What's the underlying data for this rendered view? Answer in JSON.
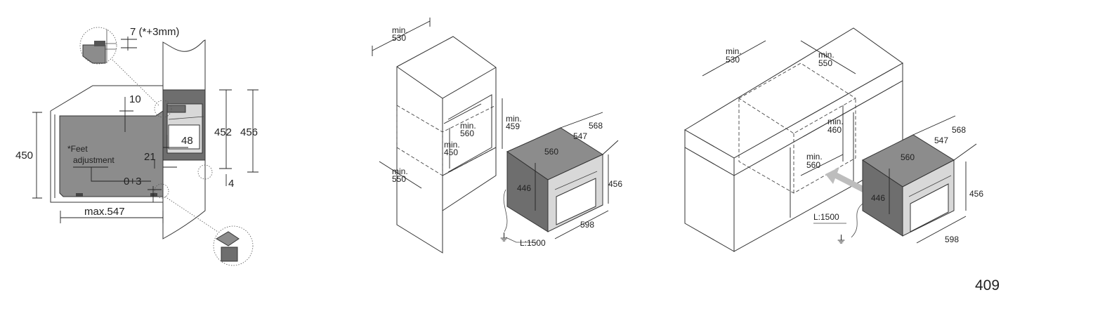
{
  "page_number": "409",
  "left_diagram": {
    "gap_label": "7 (*+3mm)",
    "top_gap": "10",
    "height_outer": "450",
    "dim_452": "452",
    "dim_456": "456",
    "dim_48": "48",
    "dim_21": "21",
    "feet_note_line1": "*Feet",
    "feet_note_line2": "adjustment",
    "feet_range": "0+3",
    "dim_4": "4",
    "depth_max": "max.547"
  },
  "middle_diagram": {
    "top_depth_min": "min.",
    "top_depth_val": "530",
    "niche_height_min": "min.",
    "niche_height_val": "459",
    "niche_width_min": "min.",
    "niche_width_val": "560",
    "niche_h_min": "min.",
    "niche_h_val": "450",
    "bottom_depth_min": "min.",
    "bottom_depth_val": "550",
    "oven_depth_outer": "568",
    "oven_depth_inner": "547",
    "oven_width_top": "560",
    "oven_height_front": "446",
    "oven_height_side": "456",
    "oven_width": "598",
    "cable": "L:1500"
  },
  "right_diagram": {
    "top_depth_min": "min.",
    "top_depth_val": "530",
    "top_width_min": "min.",
    "top_width_val": "550",
    "niche_height_min": "min.",
    "niche_height_val": "460",
    "niche_width_min": "min.",
    "niche_width_val": "560",
    "oven_depth_outer": "568",
    "oven_depth_inner": "547",
    "oven_width_top": "560",
    "oven_height_front": "446",
    "oven_height_side": "456",
    "oven_width": "598",
    "cable": "L:1500"
  }
}
